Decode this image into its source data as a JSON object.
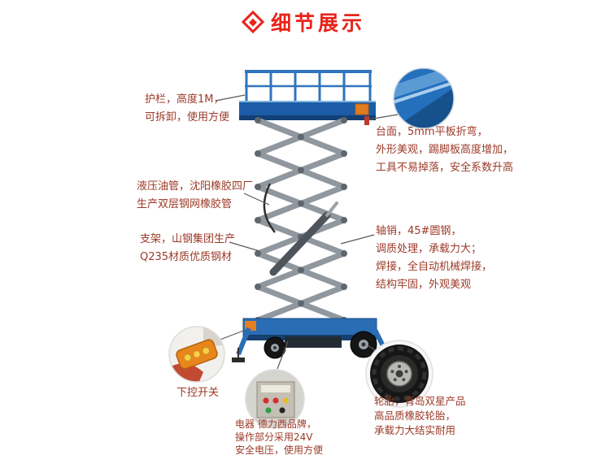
{
  "colors": {
    "title_red": "#e8231a",
    "annotation_text": "#9c3a28",
    "machine_blue": "#2a6db5",
    "scissor_gray": "#90979e",
    "remote_orange": "#e8851c"
  },
  "header": {
    "title": "细节展示"
  },
  "callouts": {
    "guardrail": {
      "lines": [
        "护栏，高度1M，",
        "可拆卸，使用方便"
      ]
    },
    "platform": {
      "lines": [
        "台面，5mm平板折弯，",
        "外形美观，踢脚板高度增加，",
        "工具不易掉落，安全系数升高"
      ]
    },
    "hydraulic_hose": {
      "lines": [
        "液压油管，沈阳橡胶四厂",
        "生产双层钢网橡胶管"
      ]
    },
    "support_frame": {
      "lines": [
        "支架，山钢集团生产",
        "Q235材质优质钢材"
      ]
    },
    "axle_pin": {
      "lines": [
        "轴销，45#圆钢，",
        "调质处理，承载力大；",
        "焊接，全自动机械焊接，",
        "结构牢固，外观美观"
      ]
    },
    "lower_control": {
      "label": "下控开关"
    },
    "electric": {
      "lines": [
        "电器 德力西品牌，",
        "操作部分采用24V",
        "安全电压，使用方便"
      ]
    },
    "tire": {
      "lines": [
        "轮胎，青岛双星产品",
        "高品质橡胶轮胎，",
        "承载力大结实耐用"
      ]
    }
  }
}
